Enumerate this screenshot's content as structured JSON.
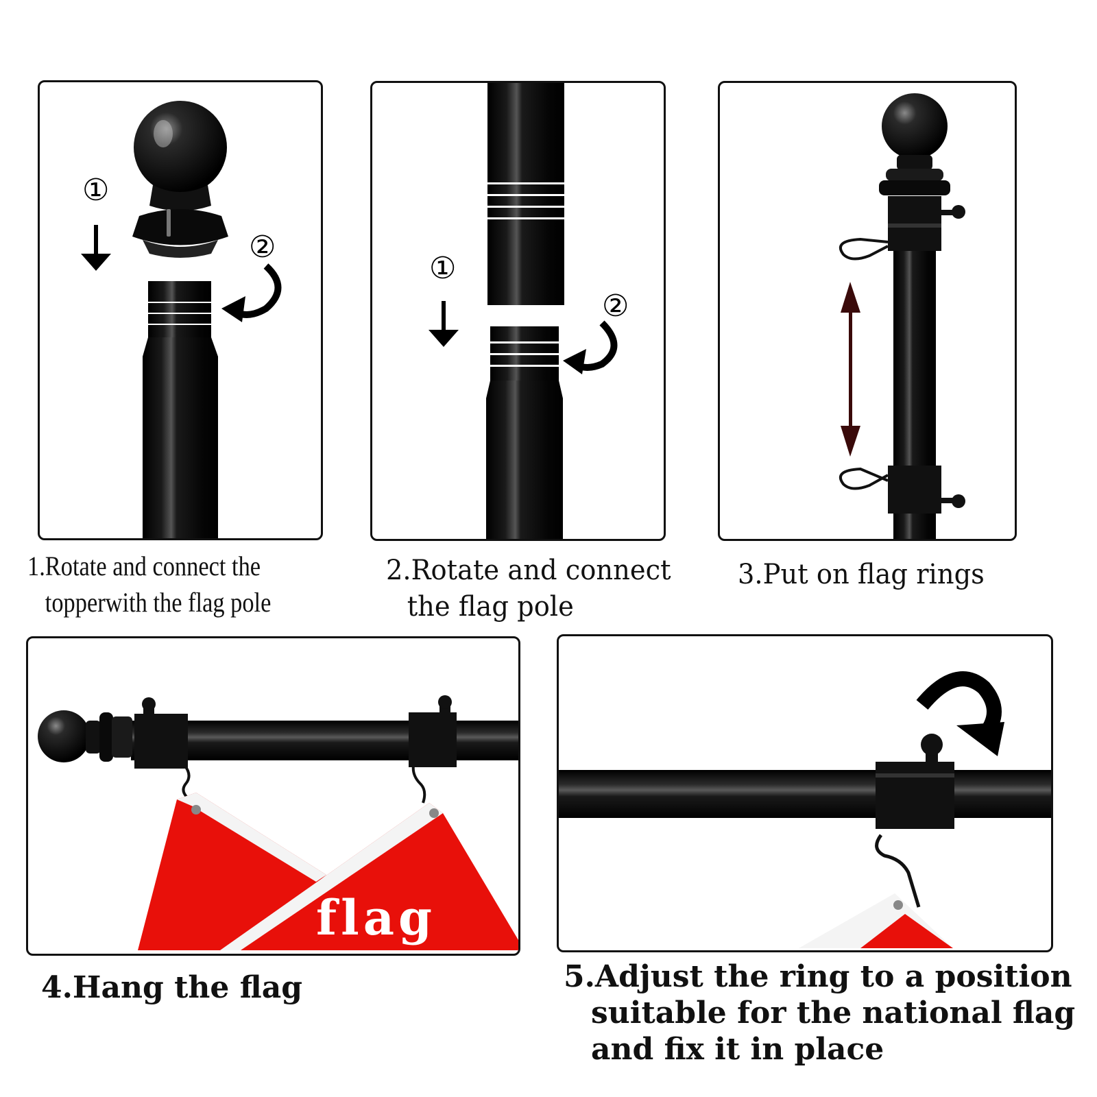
{
  "step1": {
    "marks": {
      "step_one": "①",
      "step_two": "②"
    },
    "caption": [
      "1.Rotate and connect the",
      "topperwith the flag pole"
    ]
  },
  "step2": {
    "marks": {
      "step_one": "①",
      "step_two": "②"
    },
    "caption": [
      "2.Rotate and connect",
      "the flag pole"
    ]
  },
  "step3": {
    "caption": [
      "3.Put on flag rings"
    ]
  },
  "step4": {
    "flag_text": "flag",
    "caption": [
      "4.Hang the flag"
    ]
  },
  "step5": {
    "caption": [
      "5.Adjust the ring to a position",
      "suitable for the national flag",
      "and fix it in place"
    ]
  },
  "colors": {
    "pole": "#0a0a0a",
    "flag_red": "#e8100a",
    "flag_white": "#f4f4f4",
    "arrow_dark": "#3a0a0a"
  }
}
